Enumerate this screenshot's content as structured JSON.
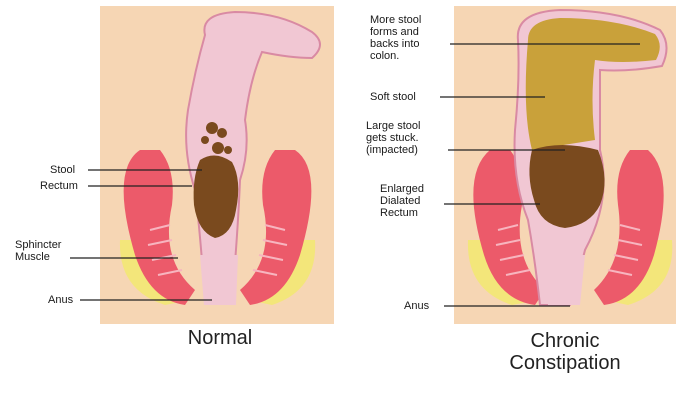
{
  "normal": {
    "caption": "Normal",
    "labels": {
      "stool": "Stool",
      "rectum": "Rectum",
      "sphincter": "Sphincter\nMuscle",
      "anus": "Anus"
    }
  },
  "constipation": {
    "caption": "Chronic\nConstipation",
    "labels": {
      "more_stool": "More stool\nforms and\nbacks into\ncolon.",
      "soft_stool": "Soft stool",
      "large_stool": "Large stool\ngets stuck.\n(impacted)",
      "enlarged": "Enlarged\nDialated\nRectum",
      "anus": "Anus"
    }
  },
  "colors": {
    "background_panel": "#f6d6b4",
    "muscle": "#ec5a6a",
    "fat": "#f3e67a",
    "colon": "#f1c7d3",
    "stool_dark": "#7a4a1e",
    "stool_soft": "#c9a13a"
  }
}
